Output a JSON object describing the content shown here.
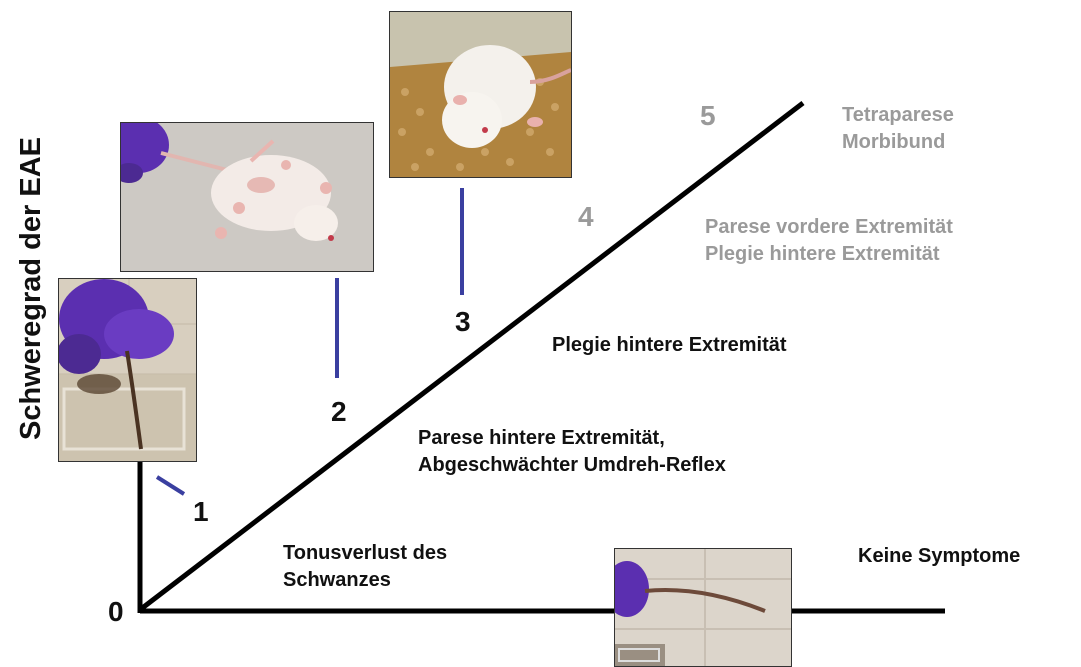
{
  "y_axis_label": "Schweregrad der EAE",
  "scores": [
    {
      "value": "0"
    },
    {
      "value": "1"
    },
    {
      "value": "2"
    },
    {
      "value": "3"
    },
    {
      "value": "4"
    },
    {
      "value": "5"
    }
  ],
  "descriptions": {
    "tail_tone_loss": [
      "Tonusverlust des",
      "Schwanzes"
    ],
    "hind_paresis": [
      "Parese hintere Extremität,",
      "Abgeschwächter  Umdreh-Reflex"
    ],
    "hind_plegia": [
      "Plegie hintere Extremität"
    ],
    "fore_paresis": [
      "Parese vordere Extremität",
      "Plegie hintere Extremität"
    ],
    "tetraparesis": [
      "Tetraparese",
      "Morbibund"
    ],
    "no_symptoms": [
      "Keine Symptome"
    ]
  },
  "colors": {
    "axis": "#000000",
    "connector": "#3a3fa0",
    "dark_text": "#111111",
    "grey_text": "#9a9a9a"
  }
}
